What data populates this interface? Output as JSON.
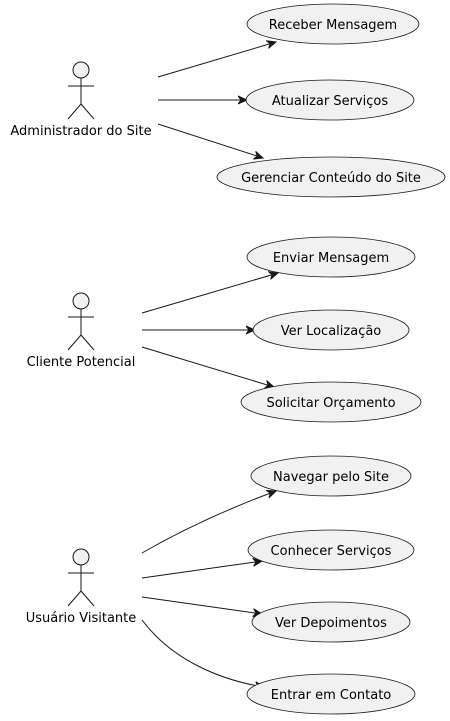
{
  "diagram": {
    "actors": [
      {
        "id": "admin",
        "label": "Administrador do Site"
      },
      {
        "id": "cliente",
        "label": "Cliente Potencial"
      },
      {
        "id": "visitante",
        "label": "Usuário Visitante"
      }
    ],
    "use_cases": [
      {
        "id": "uc_receber",
        "label": "Receber Mensagem"
      },
      {
        "id": "uc_atualizar",
        "label": "Atualizar Serviços"
      },
      {
        "id": "uc_gerenciar",
        "label": "Gerenciar Conteúdo do Site"
      },
      {
        "id": "uc_enviar",
        "label": "Enviar Mensagem"
      },
      {
        "id": "uc_localizacao",
        "label": "Ver Localização"
      },
      {
        "id": "uc_orcamento",
        "label": "Solicitar Orçamento"
      },
      {
        "id": "uc_navegar",
        "label": "Navegar pelo Site"
      },
      {
        "id": "uc_servicos",
        "label": "Conhecer Serviços"
      },
      {
        "id": "uc_depoimentos",
        "label": "Ver Depoimentos"
      },
      {
        "id": "uc_contato",
        "label": "Entrar em Contato"
      }
    ],
    "associations": [
      {
        "from": "admin",
        "to": "uc_receber"
      },
      {
        "from": "admin",
        "to": "uc_atualizar"
      },
      {
        "from": "admin",
        "to": "uc_gerenciar"
      },
      {
        "from": "cliente",
        "to": "uc_enviar"
      },
      {
        "from": "cliente",
        "to": "uc_localizacao"
      },
      {
        "from": "cliente",
        "to": "uc_orcamento"
      },
      {
        "from": "visitante",
        "to": "uc_navegar"
      },
      {
        "from": "visitante",
        "to": "uc_servicos"
      },
      {
        "from": "visitante",
        "to": "uc_depoimentos"
      },
      {
        "from": "visitante",
        "to": "uc_contato"
      }
    ]
  }
}
